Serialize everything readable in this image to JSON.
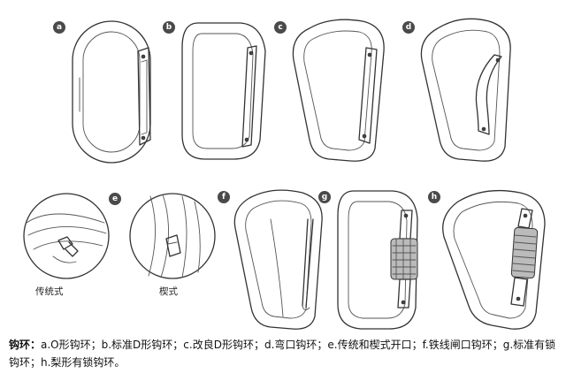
{
  "figure": {
    "panels": [
      {
        "id": "a",
        "label": "a"
      },
      {
        "id": "b",
        "label": "b"
      },
      {
        "id": "c",
        "label": "c"
      },
      {
        "id": "d",
        "label": "d"
      },
      {
        "id": "e",
        "label": "e",
        "sublabels": [
          "传统式",
          "楔式"
        ]
      },
      {
        "id": "f",
        "label": "f"
      },
      {
        "id": "g",
        "label": "g"
      },
      {
        "id": "h",
        "label": "h"
      }
    ],
    "caption": {
      "title": "钩环：",
      "text": "a.O形钩环；b.标准D形钩环；c.改良D形钩环；d.弯口钩环；e.传统和楔式开口；f.铁线闸口钩环；g.标准有锁钩环；h.梨形有锁钩环。"
    }
  }
}
